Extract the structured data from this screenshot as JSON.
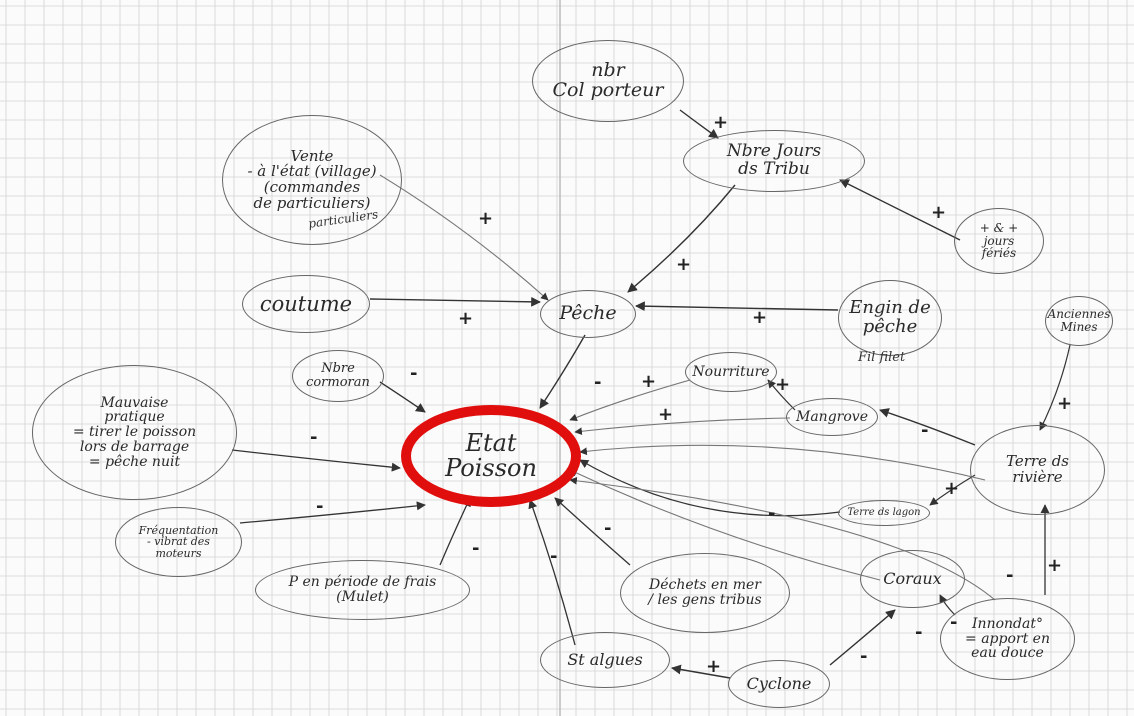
{
  "colors": {
    "paper": "#fbfbfb",
    "grid": "#d3d3d3",
    "ink": "#2a2a2a",
    "highlight": "#e10e0e"
  },
  "nodes": {
    "colporteur": "nbr\nCol porteur",
    "jours_tribu": "Nbre Jours\nds Tribu",
    "jours_feries": "+ & +\njours\nfériés",
    "vente": "Vente\n- à l'état (village)\n(commandes\nde particuliers)",
    "coutume": "coutume",
    "peche": "Pêche",
    "engin": "Engin de\npêche",
    "nbre_cormoran": "Nbre\ncormoran",
    "nourriture": "Nourriture",
    "mangrove": "Mangrove",
    "anciennes_mines": "Anciennes\nMines",
    "mauvaise_pratique": "Mauvaise\npratique\n= tirer le poisson\nlors de barrage\n= pêche nuit",
    "etat_poisson": "Etat\nPoisson",
    "terre_rivieres": "Terre ds\nrivière",
    "terre_lagon": "Terre ds lagon",
    "frequentation": "Fréquentation\n- vibrat des\nmoteurs",
    "periode_frais": "P en période de frais\n(Mulet)",
    "dechets": "Déchets en mer\n/ les gens tribus",
    "coraux": "Coraux",
    "inondation": "Innondat°\n= apport en\neau douce",
    "algues": "St algues",
    "cyclone": "Cyclone"
  },
  "annotations": {
    "particuliers": "particuliers",
    "fil_filet": "Fil filet"
  },
  "signs": [
    "+",
    "+",
    "+",
    "+",
    "+",
    "+",
    "+",
    "+",
    "+",
    "+",
    "+",
    "+",
    "+",
    "-",
    "-",
    "-",
    "-",
    "-",
    "-",
    "-",
    "-",
    "-",
    "-",
    "-",
    "-",
    "-"
  ]
}
